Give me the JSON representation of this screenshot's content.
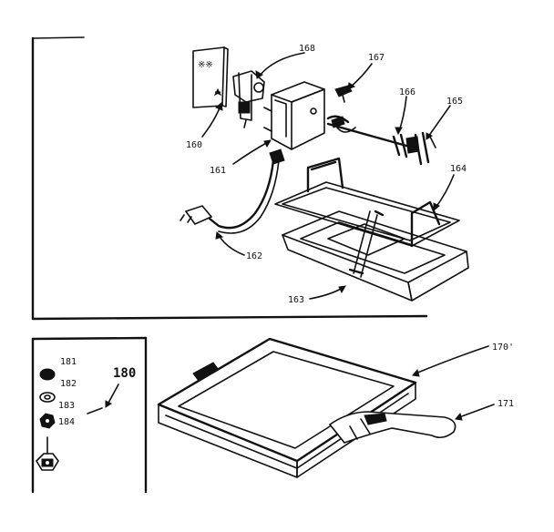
{
  "diagram": {
    "parts": [
      {
        "id": "p160",
        "label": "160"
      },
      {
        "id": "p161",
        "label": "161"
      },
      {
        "id": "p162",
        "label": "162"
      },
      {
        "id": "p163",
        "label": "163"
      },
      {
        "id": "p164",
        "label": "164"
      },
      {
        "id": "p165",
        "label": "165"
      },
      {
        "id": "p166",
        "label": "166"
      },
      {
        "id": "p167",
        "label": "167"
      },
      {
        "id": "p168",
        "label": "168"
      },
      {
        "id": "p170",
        "label": "170'"
      },
      {
        "id": "p171",
        "label": "171"
      },
      {
        "id": "p180",
        "label": "180"
      },
      {
        "id": "p181",
        "label": "181"
      },
      {
        "id": "p182",
        "label": "182"
      },
      {
        "id": "p183",
        "label": "183"
      },
      {
        "id": "p184",
        "label": "184"
      }
    ]
  },
  "colors": {
    "ink": "#111111",
    "paper": "#ffffff"
  }
}
